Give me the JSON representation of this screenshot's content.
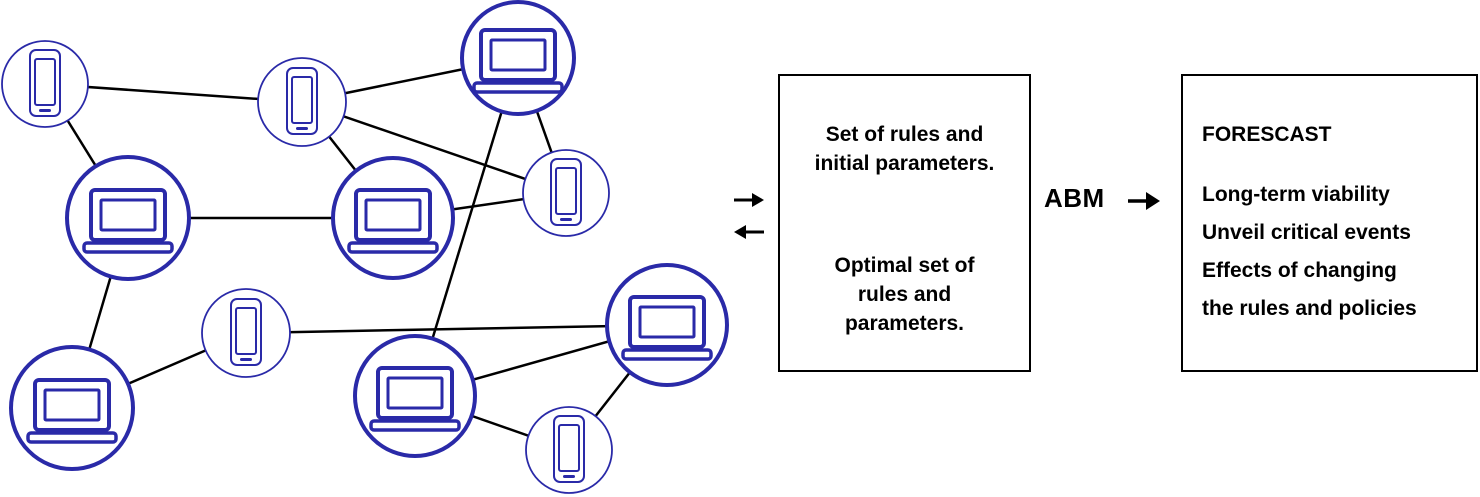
{
  "network": {
    "nodes": [
      {
        "kind": "phone"
      },
      {
        "kind": "phone"
      },
      {
        "kind": "laptop"
      },
      {
        "kind": "laptop"
      },
      {
        "kind": "laptop"
      },
      {
        "kind": "phone"
      },
      {
        "kind": "laptop"
      },
      {
        "kind": "phone"
      },
      {
        "kind": "laptop"
      },
      {
        "kind": "laptop"
      },
      {
        "kind": "phone"
      }
    ],
    "edges": [
      [
        0,
        1
      ],
      [
        0,
        3
      ],
      [
        1,
        2
      ],
      [
        1,
        4
      ],
      [
        1,
        5
      ],
      [
        2,
        5
      ],
      [
        2,
        8
      ],
      [
        3,
        4
      ],
      [
        3,
        6
      ],
      [
        4,
        5
      ],
      [
        6,
        7
      ],
      [
        7,
        9
      ],
      [
        9,
        8
      ],
      [
        9,
        10
      ],
      [
        8,
        10
      ]
    ],
    "colors": {
      "stroke": "#2a2aa8",
      "edge": "#000000"
    }
  },
  "rules_box": {
    "top_lines": [
      "Set of rules and",
      "initial parameters."
    ],
    "bottom_lines": [
      "Optimal set of",
      "rules and",
      "parameters."
    ]
  },
  "abm": {
    "label": "ABM"
  },
  "forecast_box": {
    "title": "FORESCAST",
    "items": [
      "Long-term viability",
      "Unveil critical events",
      "Effects of changing",
      "the rules and policies"
    ]
  }
}
